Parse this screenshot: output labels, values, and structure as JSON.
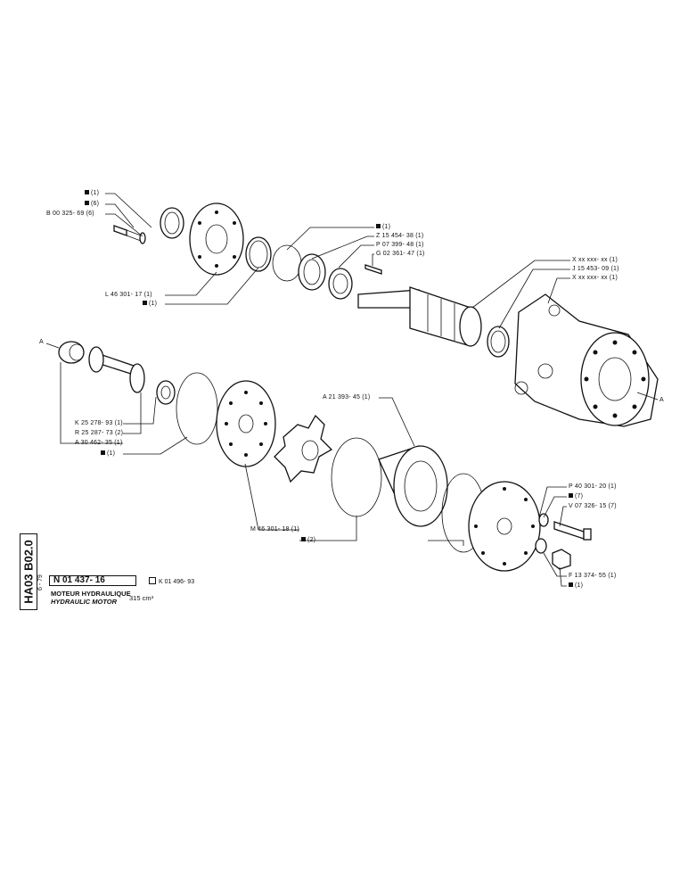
{
  "labels": {
    "l_sq1_a": "(1)",
    "l_sq6": "(6)",
    "l_b00": "B 00 325- 69 (6)",
    "l_sq1_b": "(1)",
    "l_z15": "Z 15 454- 38 (1)",
    "l_p07": "P 07 399- 48 (1)",
    "l_g02": "G 02 361- 47 (1)",
    "l_x1": "X xx xxx- xx (1)",
    "l_j15": "J 15 453- 09 (1)",
    "l_x2": "X xx xxx- xx (1)",
    "l_l46": "L 46 301- 17 (1)",
    "l_sq1_c": "(1)",
    "l_a21": "A 21 393- 45 (1)",
    "l_k25": "K 25 278- 93 (1)",
    "l_r25": "R 25 287- 73 (2)",
    "l_a30": "A 30 462- 35 (1)",
    "l_sq1_d": "(1)",
    "l_p40": "P 40 301- 20 (1)",
    "l_sq7": "(7)",
    "l_v07": "V 07 326- 15 (7)",
    "l_m46": "M 46 301- 18 (1)",
    "l_sq2": "(2)",
    "l_f13": "F 13 374- 55 (1)",
    "l_sq1_e": "(1)",
    "arrow_a_left": "A",
    "arrow_a_right": "A"
  },
  "title_block": {
    "sheet_code": "HA03 B02.0",
    "date": "6 - 79",
    "part_number": "N 01 437- 16",
    "kit_ref": "K 01 496- 93",
    "title_fr": "MOTEUR HYDRAULIQUE",
    "title_en": "HYDRAULIC MOTOR",
    "displacement": "315 cm³"
  }
}
